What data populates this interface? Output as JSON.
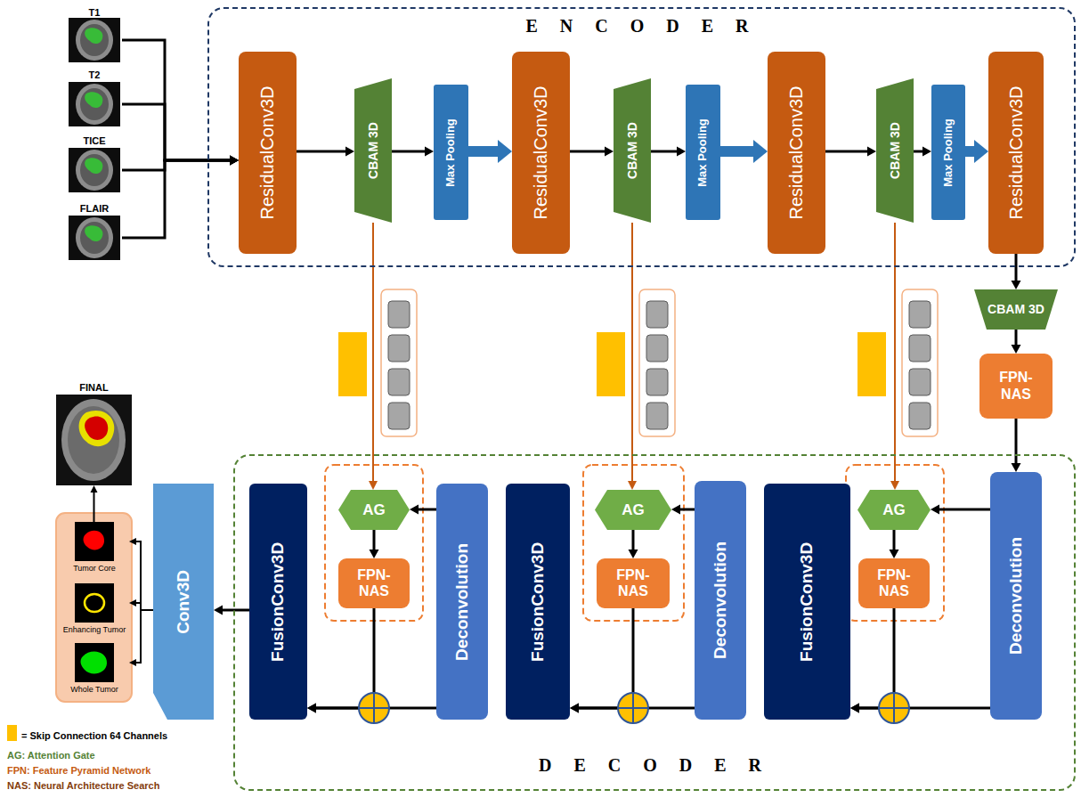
{
  "diagram": {
    "nodes": [
      {
        "text": [
          "T1"
        ]
      },
      {
        "text": [
          "T2"
        ]
      },
      {
        "text": [
          "TICE"
        ]
      },
      {
        "text": [
          "FLAIR"
        ]
      },
      {
        "text": [
          "E N C O D E R"
        ]
      },
      {
        "text": [
          "ResidualConv3D"
        ],
        "in": 4
      },
      {
        "text": [
          "CBAM 3D"
        ],
        "in": 4
      },
      {
        "text": [
          "Max Pooling"
        ],
        "in": 4
      },
      {
        "text": [
          "ResidualConv3D"
        ],
        "in": 4
      },
      {
        "text": [
          "CBAM 3D"
        ],
        "in": 4
      },
      {
        "text": [
          "Max Pooling"
        ],
        "in": 4
      },
      {
        "text": [
          "ResidualConv3D"
        ],
        "in": 4
      },
      {
        "text": [
          "CBAM 3D"
        ],
        "in": 4
      },
      {
        "text": [
          "Max Pooling"
        ],
        "in": 4
      },
      {
        "text": [
          "ResidualConv3D"
        ],
        "in": 4
      },
      {
        "text": [
          "CBAM 3D"
        ]
      },
      {
        "text": [
          "FPN-NAS"
        ]
      },
      {
        "text": [
          "FINAL"
        ]
      },
      {
        "text": [
          "D E C O D E R"
        ]
      },
      {
        "text": [
          "AG"
        ],
        "in": 18
      },
      {
        "text": [
          "FPN-NAS"
        ],
        "in": 18
      },
      {
        "text": [
          "AG"
        ],
        "in": 18
      },
      {
        "text": [
          "FPN-NAS"
        ],
        "in": 18
      },
      {
        "text": [
          "AG"
        ],
        "in": 18
      },
      {
        "text": [
          "FPN-NAS"
        ],
        "in": 18
      },
      {
        "text": [
          "FusionConv3D"
        ],
        "in": 18
      },
      {
        "text": [
          "Deconvolution"
        ],
        "in": 18
      },
      {
        "text": [
          "FusionConv3D"
        ],
        "in": 18
      },
      {
        "text": [
          "Deconvolution"
        ],
        "in": 18
      },
      {
        "text": [
          "FusionConv3D"
        ],
        "in": 18
      },
      {
        "text": [
          "Deconvolution"
        ],
        "in": 18
      },
      {
        "text": [
          "Conv3D"
        ]
      },
      {
        "text": [
          "Tumor Core"
        ]
      },
      {
        "text": [
          "Enhancing Tumor"
        ]
      },
      {
        "text": [
          "Whole Tumor"
        ]
      }
    ],
    "edges": [
      {
        "from": 0,
        "to": 5,
        "arrow": "to"
      },
      {
        "from": 1,
        "to": 5,
        "arrow": "to"
      },
      {
        "from": 2,
        "to": 5,
        "arrow": "to"
      },
      {
        "from": 3,
        "to": 5,
        "arrow": "to"
      },
      {
        "from": 5,
        "to": 6,
        "arrow": "to"
      },
      {
        "from": 6,
        "to": 7,
        "arrow": "to"
      },
      {
        "from": 7,
        "to": 8,
        "arrow": "to"
      },
      {
        "from": 8,
        "to": 9,
        "arrow": "to"
      },
      {
        "from": 9,
        "to": 10,
        "arrow": "to"
      },
      {
        "from": 10,
        "to": 11,
        "arrow": "to"
      },
      {
        "from": 11,
        "to": 12,
        "arrow": "to"
      },
      {
        "from": 12,
        "to": 13,
        "arrow": "to"
      },
      {
        "from": 13,
        "to": 14,
        "arrow": "to"
      },
      {
        "from": 14,
        "to": 15,
        "arrow": "to"
      },
      {
        "from": 15,
        "to": 16,
        "arrow": "to"
      },
      {
        "from": 16,
        "to": 30,
        "arrow": "to"
      },
      {
        "from": 6,
        "to": 19,
        "arrow": "to"
      },
      {
        "from": 9,
        "to": 21,
        "arrow": "to"
      },
      {
        "from": 12,
        "to": 23,
        "arrow": "to"
      },
      {
        "from": 30,
        "to": 23,
        "arrow": "to"
      },
      {
        "from": 23,
        "to": 24,
        "arrow": "to"
      },
      {
        "from": 24,
        "to": 29,
        "arrow": "to"
      },
      {
        "from": 30,
        "to": 29,
        "arrow": "to"
      },
      {
        "from": 28,
        "to": 21,
        "arrow": "to"
      },
      {
        "from": 21,
        "to": 22,
        "arrow": "to"
      },
      {
        "from": 22,
        "to": 27,
        "arrow": "to"
      },
      {
        "from": 28,
        "to": 27,
        "arrow": "to"
      },
      {
        "from": 26,
        "to": 19,
        "arrow": "to"
      },
      {
        "from": 19,
        "to": 20,
        "arrow": "to"
      },
      {
        "from": 20,
        "to": 25,
        "arrow": "to"
      },
      {
        "from": 26,
        "to": 25,
        "arrow": "to"
      },
      {
        "from": 25,
        "to": 31,
        "arrow": "to"
      },
      {
        "from": 31,
        "to": 32,
        "arrow": "to"
      },
      {
        "from": 31,
        "to": 33,
        "arrow": "to"
      },
      {
        "from": 31,
        "to": 34,
        "arrow": "to"
      },
      {
        "from": 32,
        "to": 17,
        "arrow": "to"
      }
    ],
    "labels": [
      "AG: Attention Gate",
      "FPN: Feature Pyramid Network",
      "NAS: Neural Architecture Search"
    ],
    "legend": [
      {
        "text": "= Skip Connection 64 Channels",
        "color": "#FFC000"
      }
    ]
  }
}
